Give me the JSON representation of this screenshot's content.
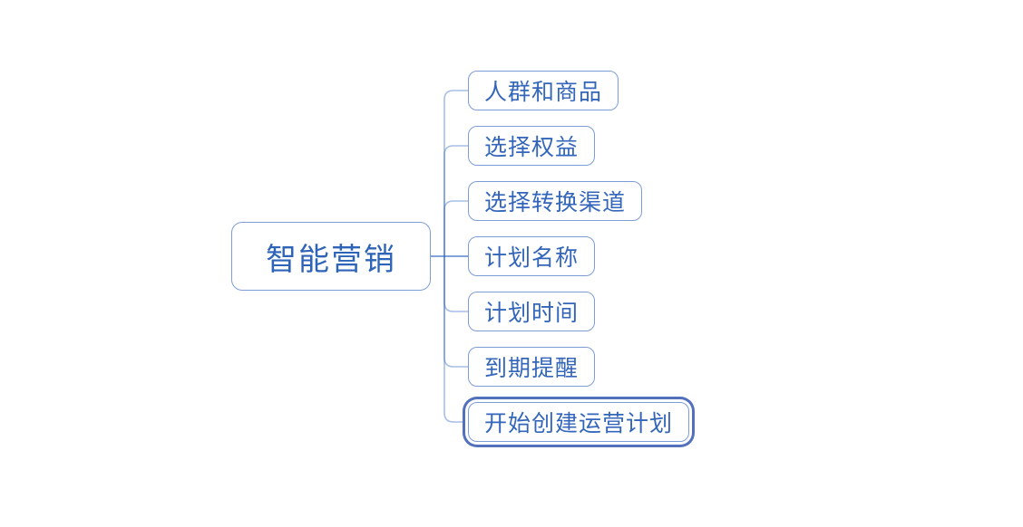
{
  "app": {
    "type": "mindmap-canvas"
  },
  "theme": {
    "canvas_bg": "#ffffff",
    "node_border": "#7d9dd6",
    "node_text": "#3366bb",
    "root_text": "#2e64b8",
    "connector": "#2e66c0",
    "selection_ring": "#5270bc"
  },
  "mindmap": {
    "root": {
      "label": "智能营销"
    },
    "children": [
      {
        "label": "人群和商品",
        "selected": false
      },
      {
        "label": "选择权益",
        "selected": false
      },
      {
        "label": "选择转换渠道",
        "selected": false
      },
      {
        "label": "计划名称",
        "selected": false
      },
      {
        "label": "计划时间",
        "selected": false
      },
      {
        "label": "到期提醒",
        "selected": false
      },
      {
        "label": "开始创建运营计划",
        "selected": true
      }
    ]
  }
}
